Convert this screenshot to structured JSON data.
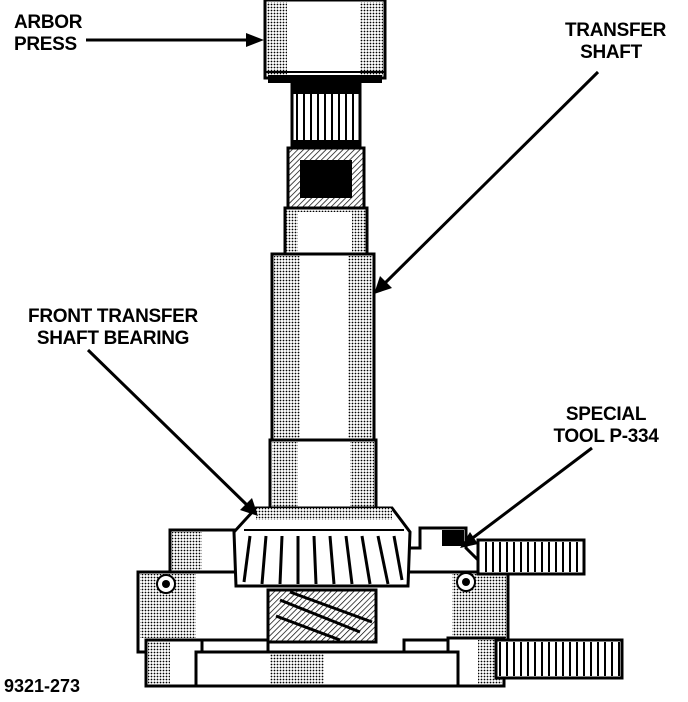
{
  "labels": {
    "arbor_press": [
      "ARBOR",
      "PRESS"
    ],
    "transfer_shaft": [
      "TRANSFER",
      "SHAFT"
    ],
    "front_bearing": [
      "FRONT TRANSFER",
      "SHAFT BEARING"
    ],
    "special_tool": [
      "SPECIAL",
      "TOOL P-334"
    ]
  },
  "figure_number": "9321-273"
}
